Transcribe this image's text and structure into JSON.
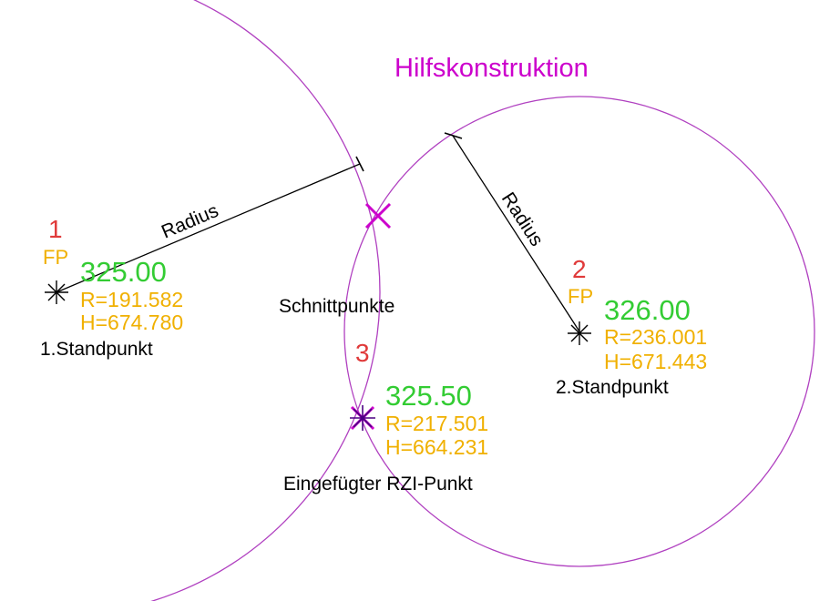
{
  "title": "Hilfskonstruktion",
  "colors": {
    "construction": "#cc00cc",
    "construction_circle": "#b040c0",
    "intersection": "#cc00cc",
    "point_number": "#e03a3a",
    "fp": "#f0b000",
    "elevation": "#33cc33",
    "coords": "#f0b000",
    "text": "#000000"
  },
  "radius_label": "Radius",
  "intersections_label": "Schnittpunkte",
  "stations": [
    {
      "number": "1",
      "code": "FP",
      "elevation": "325.00",
      "r": "R=191.582",
      "h": "H=674.780",
      "name": "1.Standpunkt"
    },
    {
      "number": "2",
      "code": "FP",
      "elevation": "326.00",
      "r": "R=236.001",
      "h": "H=671.443",
      "name": "2.Standpunkt"
    }
  ],
  "inserted_point": {
    "number": "3",
    "elevation": "325.50",
    "r": "R=217.501",
    "h": "H=664.231",
    "name": "Eingefügter RZI-Punkt"
  },
  "icons": {
    "station_marker": "asterisk-icon",
    "intersection_marker": "cross-icon",
    "inserted_marker": "asterisk-icon"
  }
}
